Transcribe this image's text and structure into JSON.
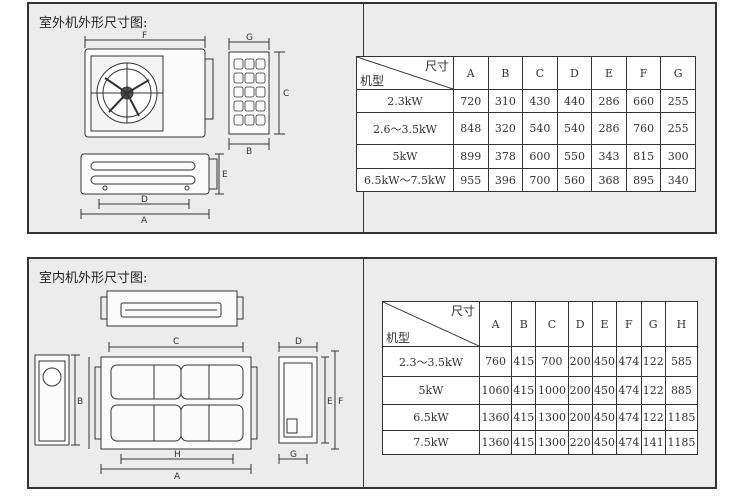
{
  "outdoor": {
    "title": "室外机外形尺寸图:",
    "dim_labels": {
      "F": "F",
      "G": "G",
      "C": "C",
      "B": "B",
      "D": "D",
      "A": "A",
      "E": "E"
    },
    "table": {
      "corner_top": "尺寸",
      "corner_bottom": "机型",
      "headers": [
        "A",
        "B",
        "C",
        "D",
        "E",
        "F",
        "G"
      ],
      "rows": [
        {
          "model": "2.3kW",
          "values": [
            "720",
            "310",
            "430",
            "440",
            "286",
            "660",
            "255"
          ]
        },
        {
          "model": "2.6～3.5kW",
          "values": [
            "848",
            "320",
            "540",
            "540",
            "286",
            "760",
            "255"
          ]
        },
        {
          "model": "5kW",
          "values": [
            "899",
            "378",
            "600",
            "550",
            "343",
            "815",
            "300"
          ]
        },
        {
          "model": "6.5kW～7.5kW",
          "values": [
            "955",
            "396",
            "700",
            "560",
            "368",
            "895",
            "340"
          ]
        }
      ]
    }
  },
  "indoor": {
    "title": "室内机外形尺寸图:",
    "dim_labels": {
      "C": "C",
      "B": "B",
      "H": "H",
      "A": "A",
      "D": "D",
      "E": "E",
      "F": "F",
      "G": "G"
    },
    "table": {
      "corner_top": "尺寸",
      "corner_bottom": "机型",
      "headers": [
        "A",
        "B",
        "C",
        "D",
        "E",
        "F",
        "G",
        "H"
      ],
      "rows": [
        {
          "model": "2.3～3.5kW",
          "values": [
            "760",
            "415",
            "700",
            "200",
            "450",
            "474",
            "122",
            "585"
          ]
        },
        {
          "model": "5kW",
          "values": [
            "1060",
            "415",
            "1000",
            "200",
            "450",
            "474",
            "122",
            "885"
          ]
        },
        {
          "model": "6.5kW",
          "values": [
            "1360",
            "415",
            "1300",
            "200",
            "450",
            "474",
            "122",
            "1185"
          ]
        },
        {
          "model": "7.5kW",
          "values": [
            "1360",
            "415",
            "1300",
            "220",
            "450",
            "474",
            "141",
            "1185"
          ]
        }
      ]
    }
  }
}
